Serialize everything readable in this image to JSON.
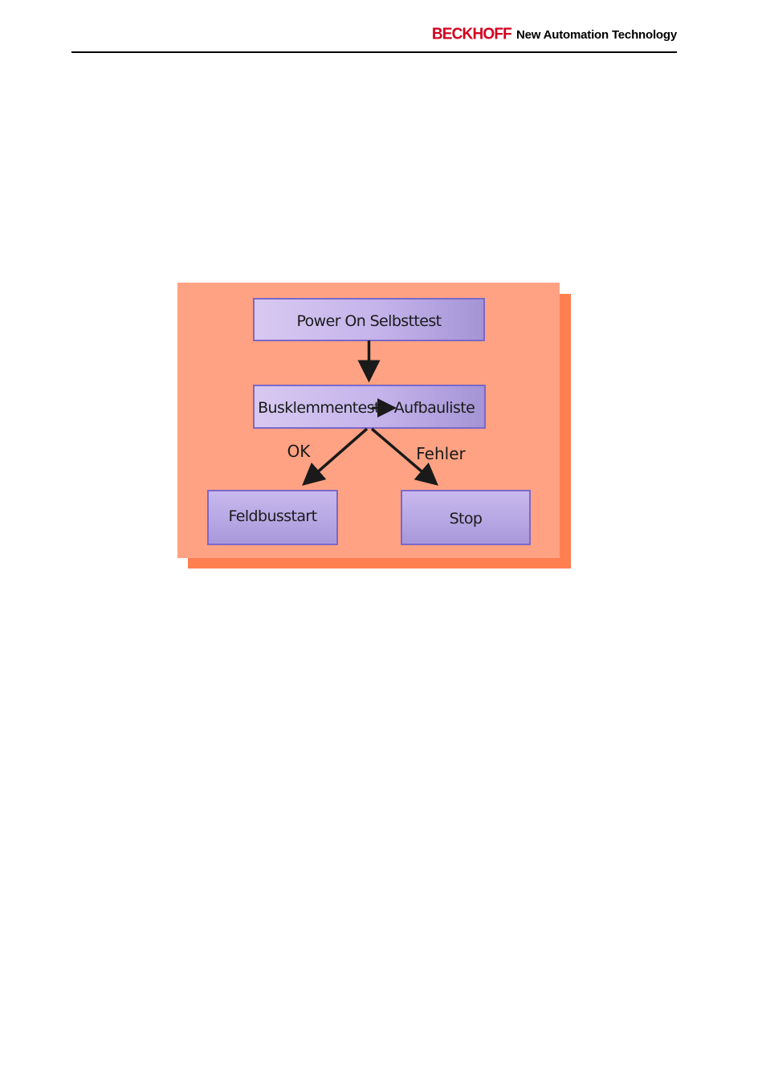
{
  "header": {
    "brand": "BECKHOFF",
    "tagline": "New Automation Technology"
  },
  "diagram": {
    "nodes": {
      "power_on": "Power On Selbsttest",
      "busklemmentest": "Busklemmentest",
      "aufbauliste": "Aufbauliste",
      "feldbusstart": "Feldbusstart",
      "stop": "Stop"
    },
    "edges": {
      "ok": "OK",
      "fehler": "Fehler"
    },
    "colors": {
      "background": "#ffa283",
      "shadow": "#ff7f50",
      "node_light": "#d6c6ef",
      "node_dark": "#a595d6",
      "node_border": "#7b68c8",
      "arrow": "#1a1a1a"
    }
  }
}
